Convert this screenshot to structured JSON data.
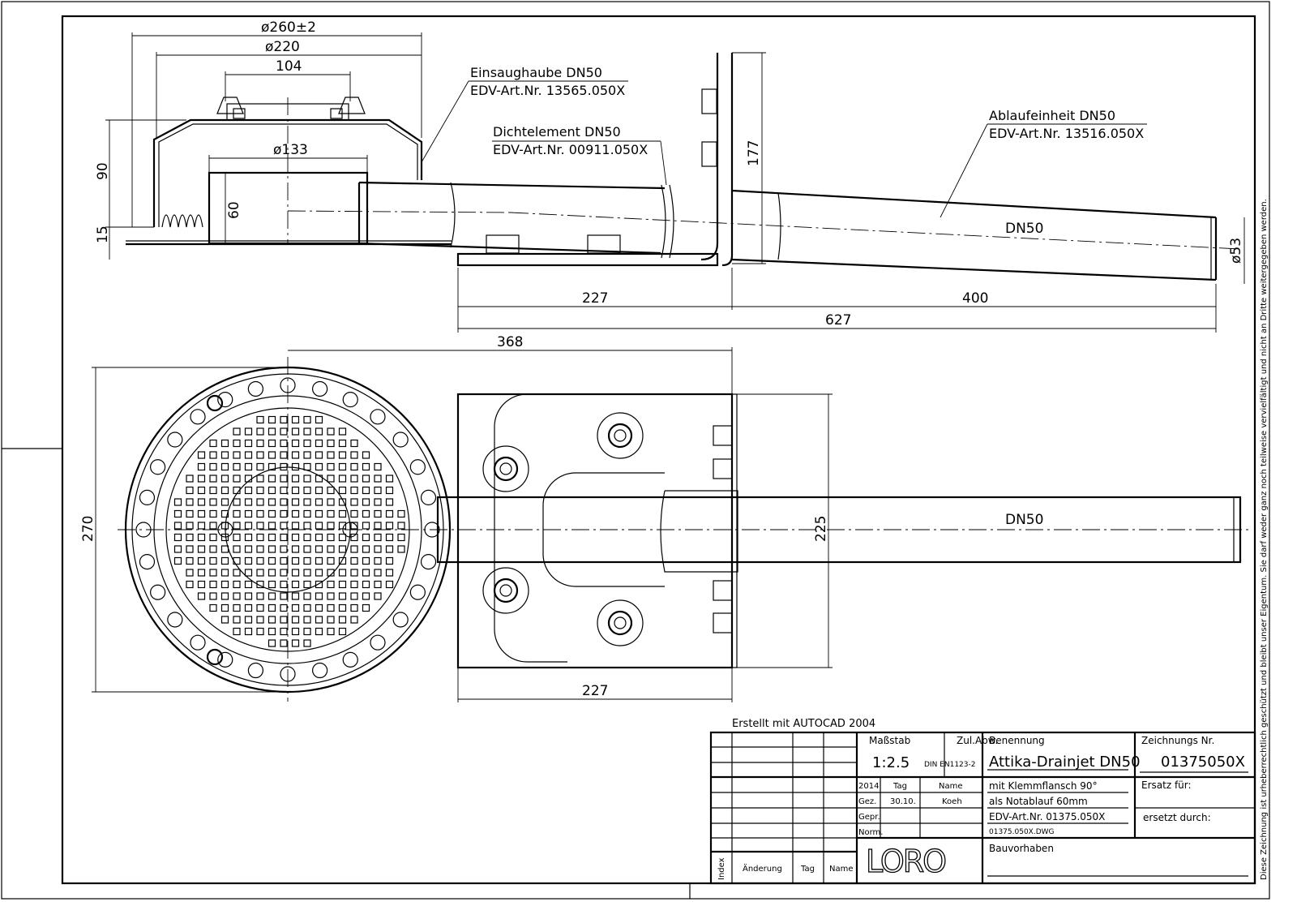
{
  "dimensions": {
    "d260": "ø260±2",
    "d220": "ø220",
    "d104": "104",
    "d133": "ø133",
    "h90": "90",
    "h15": "15",
    "h60": "60",
    "h177": "177",
    "d53": "ø53",
    "w227_top": "227",
    "w400": "400",
    "w627": "627",
    "w368": "368",
    "h270": "270",
    "h225": "225",
    "w227_bottom": "227",
    "dn50_top": "DN50",
    "dn50_bottom": "DN50"
  },
  "labels": {
    "hood_name": "Einsaughaube DN50",
    "hood_art": "EDV-Art.Nr. 13565.050X",
    "seal_name": "Dichtelement DN50",
    "seal_art": "EDV-Art.Nr. 00911.050X",
    "drain_name": "Ablaufeinheit DN50",
    "drain_art": "EDV-Art.Nr. 13516.050X"
  },
  "copyright": "Diese Zeichnung ist urheberrechtlich geschützt und bleibt unser Eigentum. Sie darf weder ganz noch teilweise vervielfältigt und nicht an Dritte weitergegeben werden.",
  "title_block": {
    "created_with": "Erstellt mit AUTOCAD 2004",
    "scale_label": "Maßstab",
    "scale_value": "1:2.5",
    "tolerance_label": "Zul.Abw.",
    "tolerance_value": "DIN EN1123-2",
    "name_label": "Benennung",
    "name_value": "Attika-Drainjet DN50",
    "drawing_no_label": "Zeichnungs Nr.",
    "drawing_no_value": "01375050X",
    "year": "2014",
    "day_label": "Tag",
    "name_col_label": "Name",
    "drawn_label": "Gez.",
    "drawn_date": "30.10.",
    "drawn_name": "Koeh",
    "checked_label": "Gepr.",
    "norm_label": "Norm.",
    "desc1": "mit Klemmflansch 90°",
    "desc2": "als Notablauf 60mm",
    "desc3": "EDV-Art.Nr. 01375.050X",
    "file": "01375.050X.DWG",
    "replaces_label": "Ersatz für:",
    "replaced_by_label": "ersetzt durch:",
    "project_label": "Bauvorhaben",
    "index_label": "Index",
    "change_label": "Änderung",
    "rev_day_label": "Tag",
    "rev_name_label": "Name",
    "logo": "LORO"
  }
}
